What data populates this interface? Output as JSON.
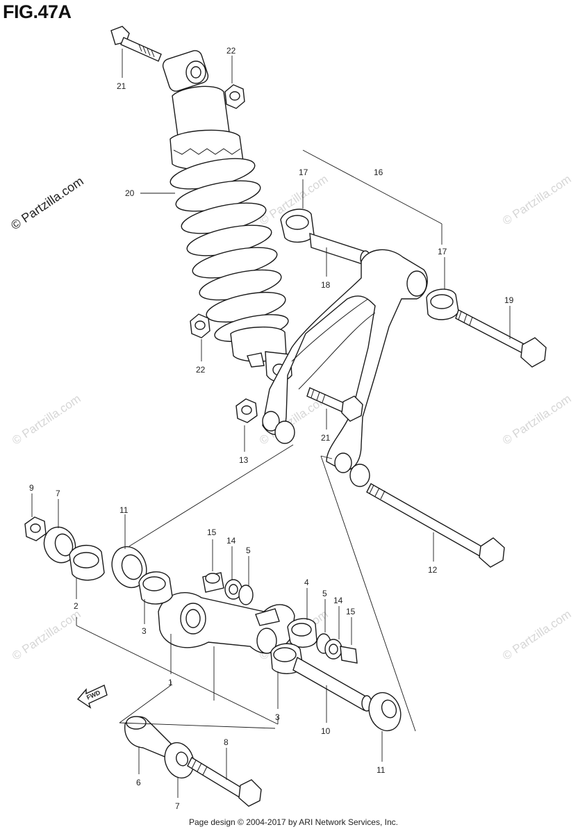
{
  "figure": {
    "title": "FIG.47A"
  },
  "watermark": {
    "text": "© Partzilla.com"
  },
  "fwd_arrow": {
    "label": "FWD"
  },
  "callouts": [
    {
      "id": "c21a",
      "label": "21"
    },
    {
      "id": "c22a",
      "label": "22"
    },
    {
      "id": "c20",
      "label": "20"
    },
    {
      "id": "c17a",
      "label": "17"
    },
    {
      "id": "c16",
      "label": "16"
    },
    {
      "id": "c17b",
      "label": "17"
    },
    {
      "id": "c18",
      "label": "18"
    },
    {
      "id": "c19",
      "label": "19"
    },
    {
      "id": "c22b",
      "label": "22"
    },
    {
      "id": "c21b",
      "label": "21"
    },
    {
      "id": "c13",
      "label": "13"
    },
    {
      "id": "c9",
      "label": "9"
    },
    {
      "id": "c7a",
      "label": "7"
    },
    {
      "id": "c11a",
      "label": "11"
    },
    {
      "id": "c15a",
      "label": "15"
    },
    {
      "id": "c14a",
      "label": "14"
    },
    {
      "id": "c5a",
      "label": "5"
    },
    {
      "id": "c12",
      "label": "12"
    },
    {
      "id": "c2",
      "label": "2"
    },
    {
      "id": "c3a",
      "label": "3"
    },
    {
      "id": "c4",
      "label": "4"
    },
    {
      "id": "c5b",
      "label": "5"
    },
    {
      "id": "c14b",
      "label": "14"
    },
    {
      "id": "c15b",
      "label": "15"
    },
    {
      "id": "c1",
      "label": "1"
    },
    {
      "id": "c3b",
      "label": "3"
    },
    {
      "id": "c10",
      "label": "10"
    },
    {
      "id": "c8",
      "label": "8"
    },
    {
      "id": "c11b",
      "label": "11"
    },
    {
      "id": "c6",
      "label": "6"
    },
    {
      "id": "c7b",
      "label": "7"
    }
  ],
  "footer": {
    "text": "Page design © 2004-2017 by ARI Network Services, Inc."
  }
}
